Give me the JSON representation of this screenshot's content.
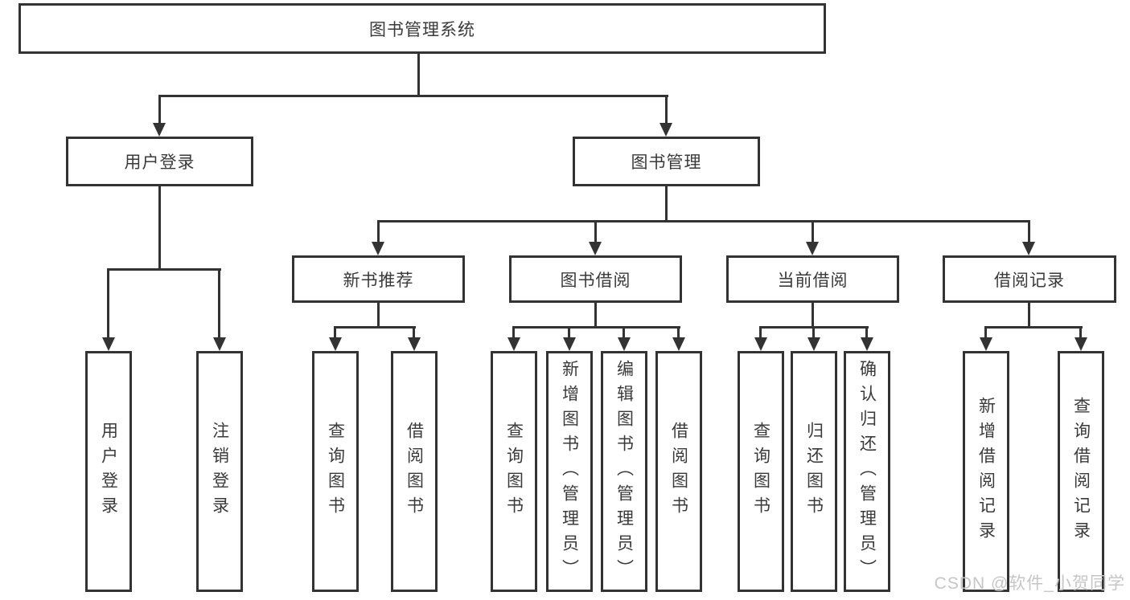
{
  "diagram": {
    "type": "hierarchy-tree",
    "watermark": "CSDN @软件_小贺同学",
    "colors": {
      "line": "#333333",
      "text": "#3a3a3a",
      "background": "#ffffff",
      "watermark": "#c6c6c6"
    },
    "tree": {
      "root": "图书管理系统",
      "branches": [
        {
          "label": "用户登录",
          "children": [
            "用户登录",
            "注销登录"
          ]
        },
        {
          "label": "图书管理",
          "children": [
            {
              "label": "新书推荐",
              "children": [
                "查询图书",
                "借阅图书"
              ]
            },
            {
              "label": "图书借阅",
              "children": [
                "查询图书",
                "新增图书（管理员）",
                "编辑图书（管理员）",
                "借阅图书"
              ]
            },
            {
              "label": "当前借阅",
              "children": [
                "查询图书",
                "归还图书",
                "确认归还（管理员）"
              ]
            },
            {
              "label": "借阅记录",
              "children": [
                "新增借阅记录",
                "查询借阅记录"
              ]
            }
          ]
        }
      ]
    }
  }
}
